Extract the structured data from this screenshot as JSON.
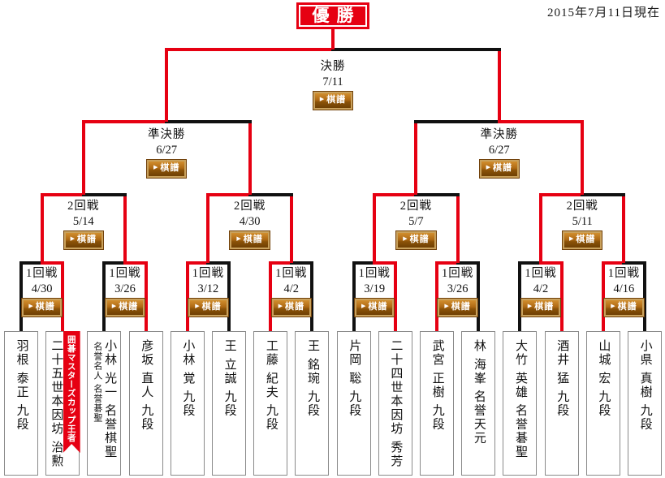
{
  "header": {
    "champion_label": "優勝",
    "as_of": "2015年7月11日現在"
  },
  "kifu": {
    "arrow": "▶",
    "label": "棋譜"
  },
  "colors": {
    "winner_red": "#e60012",
    "line_black": "#111111"
  },
  "bracket": {
    "final": {
      "round": "決勝",
      "date": "7/11",
      "winner": "left",
      "kifu": true
    },
    "semifinals": [
      {
        "round": "準決勝",
        "date": "6/27",
        "winner": "left",
        "kifu": true
      },
      {
        "round": "準決勝",
        "date": "6/27",
        "winner": "right",
        "kifu": true
      }
    ],
    "round2": [
      {
        "round": "2回戦",
        "date": "5/14",
        "winner": "left",
        "kifu": true
      },
      {
        "round": "2回戦",
        "date": "4/30",
        "winner": "left",
        "kifu": true
      },
      {
        "round": "2回戦",
        "date": "5/7",
        "winner": "left",
        "kifu": true
      },
      {
        "round": "2回戦",
        "date": "5/11",
        "winner": "left",
        "kifu": true
      }
    ],
    "round1": [
      {
        "round": "1回戦",
        "date": "4/30",
        "winner": "right",
        "kifu": true
      },
      {
        "round": "1回戦",
        "date": "3/26",
        "winner": "right",
        "kifu": true
      },
      {
        "round": "1回戦",
        "date": "3/12",
        "winner": "left",
        "kifu": true
      },
      {
        "round": "1回戦",
        "date": "4/2",
        "winner": "left",
        "kifu": true
      },
      {
        "round": "1回戦",
        "date": "3/19",
        "winner": "right",
        "kifu": true
      },
      {
        "round": "1回戦",
        "date": "3/26",
        "winner": "left",
        "kifu": true
      },
      {
        "round": "1回戦",
        "date": "4/2",
        "winner": "right",
        "kifu": true
      },
      {
        "round": "1回戦",
        "date": "4/16",
        "winner": "left",
        "kifu": true
      }
    ]
  },
  "players": [
    {
      "columns": [
        "羽根 泰正 九段"
      ],
      "won_round1": false
    },
    {
      "columns": [
        "二十五世本因坊 治勲"
      ],
      "won_round1": true,
      "ribbon": "囲碁マスターズカップ王者"
    },
    {
      "columns": [
        "小林 光一 名誉棋聖",
        "名誉名人 名誉碁聖"
      ],
      "won_round1": false
    },
    {
      "columns": [
        "彦坂 直人 九段"
      ],
      "won_round1": true
    },
    {
      "columns": [
        "小林 覚 九段"
      ],
      "won_round1": true
    },
    {
      "columns": [
        "王 立誠 九段"
      ],
      "won_round1": false
    },
    {
      "columns": [
        "工藤 紀夫 九段"
      ],
      "won_round1": true
    },
    {
      "columns": [
        "王 銘琬 九段"
      ],
      "won_round1": false
    },
    {
      "columns": [
        "片岡 聡 九段"
      ],
      "won_round1": false
    },
    {
      "columns": [
        "二十四世本因坊 秀芳"
      ],
      "won_round1": true
    },
    {
      "columns": [
        "武宮 正樹 九段"
      ],
      "won_round1": true
    },
    {
      "columns": [
        "林 海峯 名誉天元"
      ],
      "won_round1": false
    },
    {
      "columns": [
        "大竹 英雄 名誉碁聖"
      ],
      "won_round1": false
    },
    {
      "columns": [
        "酒井 猛 九段"
      ],
      "won_round1": true
    },
    {
      "columns": [
        "山城 宏 九段"
      ],
      "won_round1": true
    },
    {
      "columns": [
        "小県 真樹 九段"
      ],
      "won_round1": false
    }
  ]
}
